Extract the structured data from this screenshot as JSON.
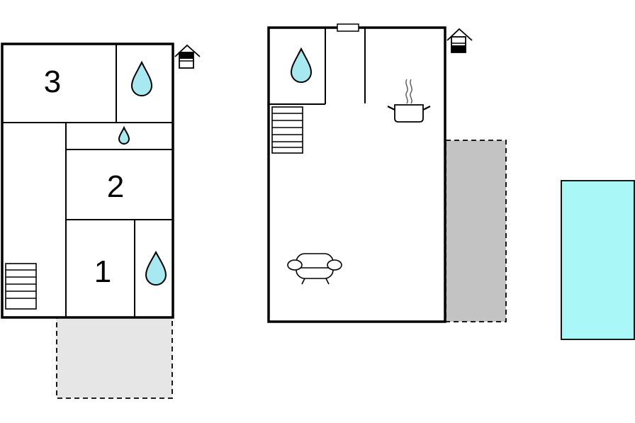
{
  "rooms": {
    "bedroom_3": {
      "label": "3"
    },
    "bedroom_2": {
      "label": "2"
    },
    "bedroom_1": {
      "label": "1"
    }
  },
  "icons": {
    "bathroom": "water-drop-icon",
    "kitchen": "cooking-pot-icon",
    "living": "sofa-icon",
    "stairs": "staircase-icon",
    "entrance": "house-entrance-icon"
  },
  "colors": {
    "water": "#a8e8f0",
    "pool": "#aaf7f7",
    "terrace_light": "#e6e6e6",
    "terrace_dark": "#c3c3c3",
    "walls": "#000000"
  }
}
